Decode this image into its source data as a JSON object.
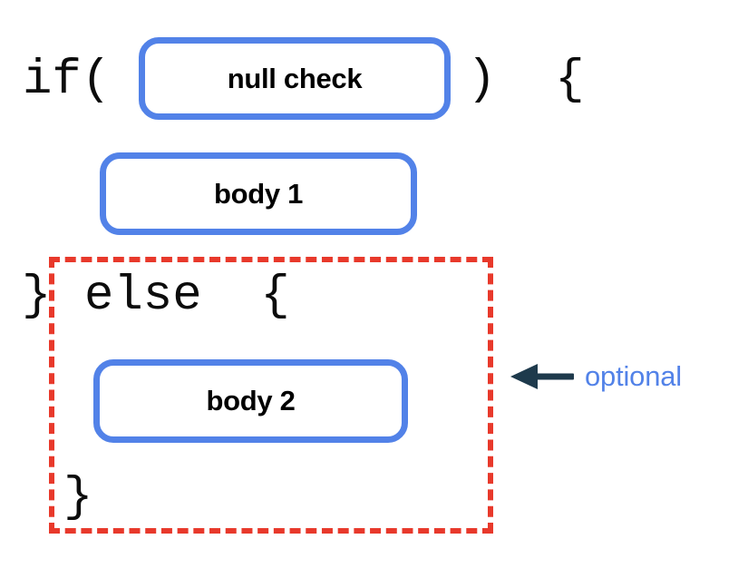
{
  "diagram": {
    "title": "if / else null check structure",
    "background": "#ffffff",
    "colors": {
      "box_border": "#5282e8",
      "box_fill": "#ffffff",
      "code_text": "#0c0c0c",
      "box_label_text": "#000000",
      "optional_outline": "#e8392b",
      "annotation_arrow": "#1e3a4c",
      "annotation_label": "#5282e8"
    }
  },
  "code": {
    "if_open": "if(",
    "paren_close_brace_open": ")  {",
    "close_brace_else": "}",
    "else_keyword": "else  {",
    "close_brace_end": "}"
  },
  "boxes": [
    {
      "id": "null-check",
      "label": "null check"
    },
    {
      "id": "body-1",
      "label": "body 1"
    },
    {
      "id": "body-2",
      "label": "body 2"
    }
  ],
  "annotation": {
    "label": "optional",
    "arrow_direction": "left",
    "arrow_icon": "arrow-left-icon",
    "points_to": "optional-group-outline"
  }
}
